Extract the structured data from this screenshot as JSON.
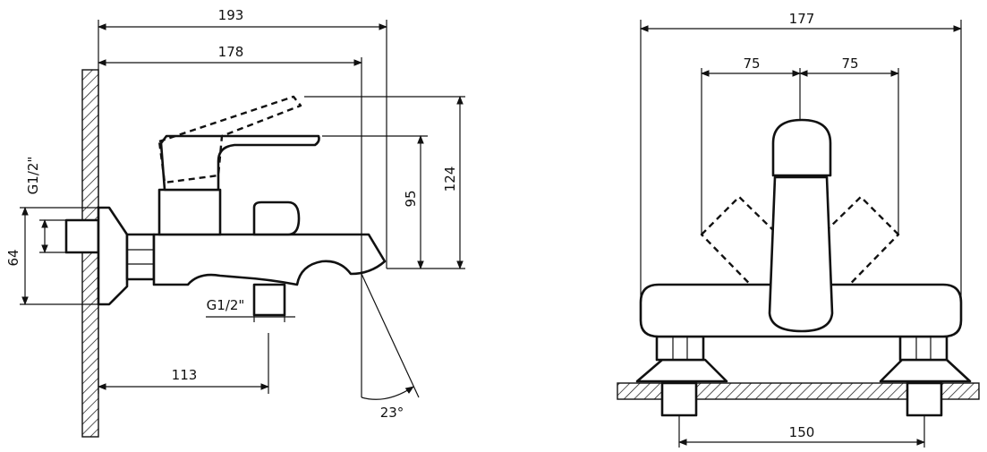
{
  "side_view": {
    "dim_total_length": "193",
    "dim_spout_length": "178",
    "dim_lever_height": "124",
    "dim_body_height": "95",
    "dim_inlet_span": "64",
    "dim_inlet_thread": "G1/2\"",
    "dim_outlet_thread": "G1/2\"",
    "dim_outlet_offset": "113",
    "dim_angle": "23°"
  },
  "front_view": {
    "dim_total_width": "177",
    "dim_left_swing": "75",
    "dim_right_swing": "75",
    "dim_center_distance": "150"
  }
}
